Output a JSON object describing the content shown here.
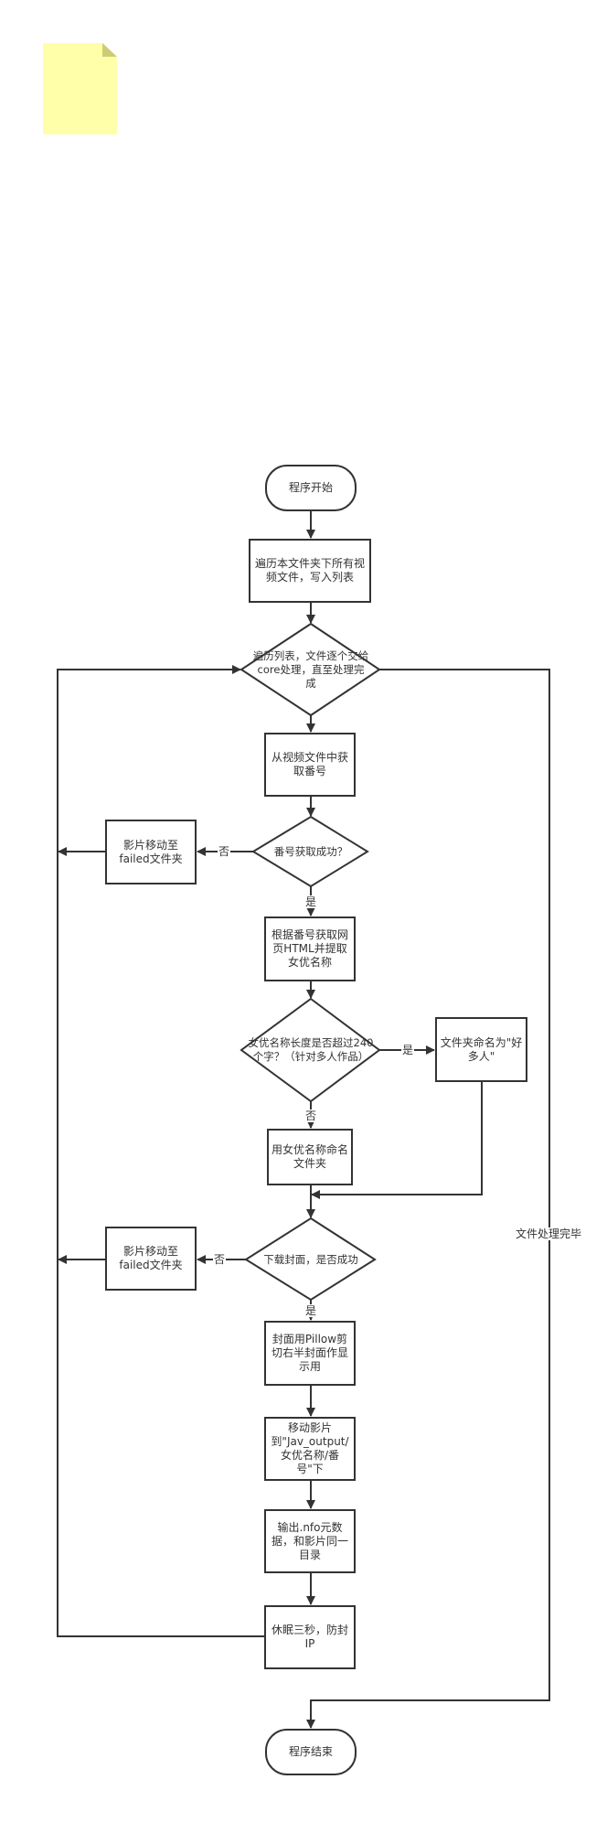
{
  "nodes": {
    "start": "程序开始",
    "scan": "遍历本文件夹下所有视频文件，写入列表",
    "loop": "遍历列表，文件逐个交给core处理，直至处理完成",
    "get_id": "从视频文件中获取番号",
    "id_ok": "番号获取成功？",
    "failed1": "影片移动至failed文件夹",
    "fetch": "根据番号获取网页HTML并提取女优名称",
    "name_long": "女优名称长度是否超过240个字？（针对多人作品）",
    "many": "文件夹命名为\"好多人\"",
    "name_folder": "用女优名称命名文件夹",
    "cover_ok": "下载封面，是否成功",
    "failed2": "影片移动至failed文件夹",
    "crop": "封面用Pillow剪切右半封面作显示用",
    "move": "移动影片到\"Jav_output/女优名称/番号\"下",
    "nfo": "输出.nfo元数据，和影片同一目录",
    "sleep": "休眠三秒，防封IP",
    "end": "程序结束"
  },
  "labels": {
    "no1": "否",
    "yes1": "是",
    "yes2": "是",
    "no2": "否",
    "no3": "否",
    "yes3": "是",
    "done": "文件处理完毕"
  },
  "colors": {
    "stroke": "#333333",
    "note": "#ffffaa"
  }
}
